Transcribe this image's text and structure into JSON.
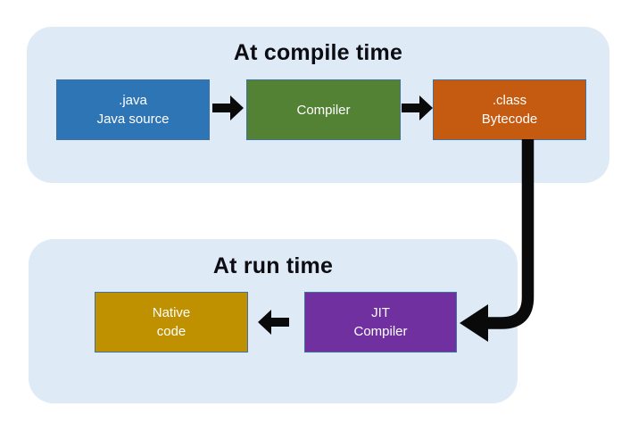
{
  "canvas": {
    "background": "#ffffff"
  },
  "panels": {
    "compile": {
      "title": "At compile time",
      "fill": "#DEEAF6"
    },
    "run": {
      "title": "At run time",
      "fill": "#DEEAF6"
    }
  },
  "nodes": {
    "java_source": {
      "line1": ".java",
      "line2": "Java source",
      "fill": "#2E75B6",
      "text_color": "#FFFFFF"
    },
    "compiler": {
      "line1": "Compiler",
      "fill": "#548235",
      "text_color": "#FFFFFF"
    },
    "class_bytecode": {
      "line1": ".class",
      "line2": "Bytecode",
      "fill": "#C55A11",
      "text_color": "#FFFFFF"
    },
    "native_code": {
      "line1": "Native",
      "line2": "code",
      "fill": "#BF9000",
      "text_color": "#FFFFFF"
    },
    "jit_compiler": {
      "line1": "JIT",
      "line2": "Compiler",
      "fill": "#7030A0",
      "text_color": "#FFFFFF"
    }
  },
  "arrows": {
    "color": "#0A0A0A",
    "node_border_color": "#41719C",
    "connections": [
      "java_source -> compiler",
      "compiler -> class_bytecode",
      "class_bytecode -> jit_compiler",
      "jit_compiler -> native_code"
    ]
  }
}
